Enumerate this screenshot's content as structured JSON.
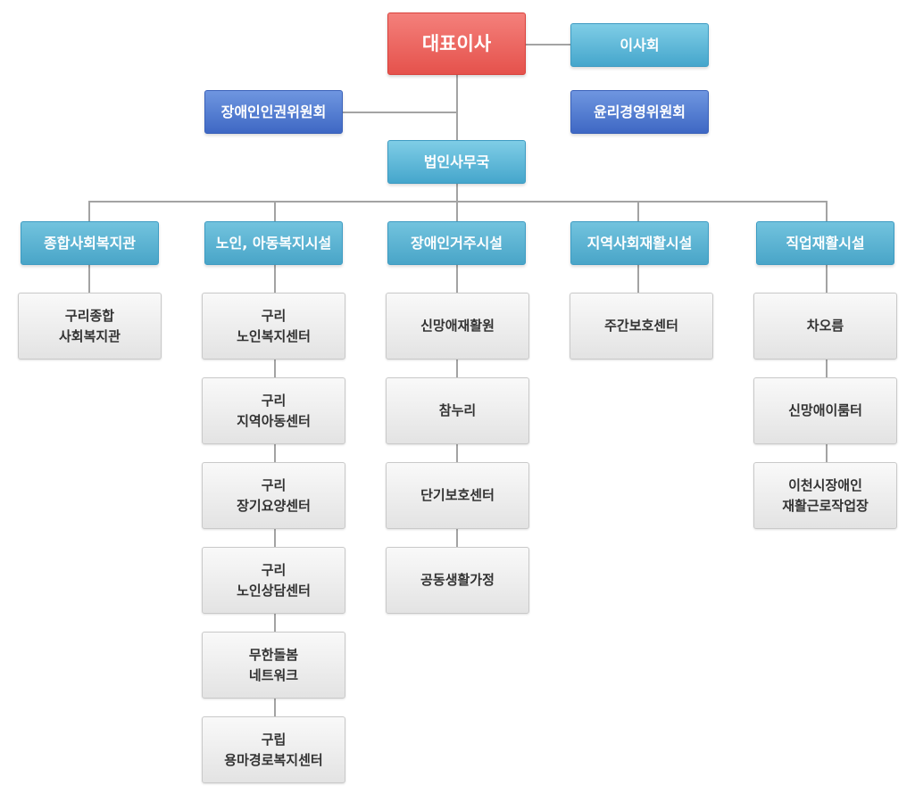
{
  "top": {
    "ceo": "대표이사",
    "board": "이사회",
    "rights_committee": "장애인인권위원회",
    "ethics_committee": "윤리경영위원회",
    "office": "법인사무국"
  },
  "departments": [
    {
      "name": "종합사회복지관",
      "facilities": [
        "구리종합\n사회복지관"
      ]
    },
    {
      "name": "노인, 아동복지시설",
      "facilities": [
        "구리\n노인복지센터",
        "구리\n지역아동센터",
        "구리\n장기요양센터",
        "구리\n노인상담센터",
        "무한돌봄\n네트워크",
        "구립\n용마경로복지센터"
      ]
    },
    {
      "name": "장애인거주시설",
      "facilities": [
        "신망애재활원",
        "참누리",
        "단기보호센터",
        "공동생활가정"
      ]
    },
    {
      "name": "지역사회재활시설",
      "facilities": [
        "주간보호센터"
      ]
    },
    {
      "name": "직업재활시설",
      "facilities": [
        "차오름",
        "신망애이룸터",
        "이천시장애인\n재활근로작업장"
      ]
    }
  ]
}
